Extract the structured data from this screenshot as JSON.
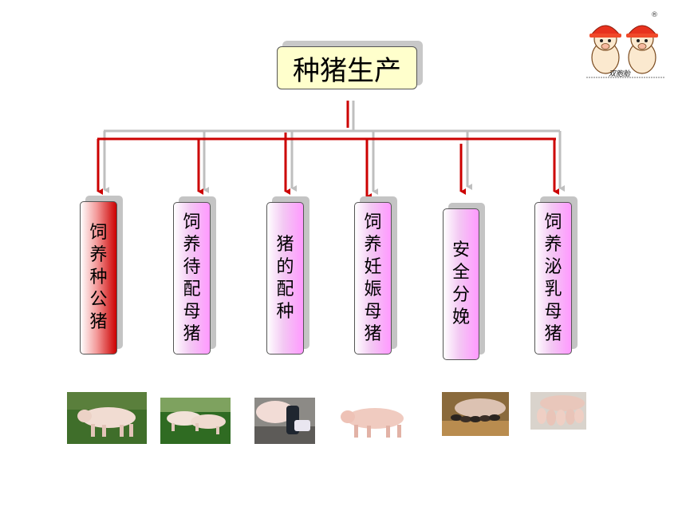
{
  "title": "种猪生产",
  "logo": {
    "text": "双胞胎",
    "mark": "®"
  },
  "boxes": [
    {
      "label": "饲养种公猪",
      "highlight": true
    },
    {
      "label": "饲养待配母猪",
      "highlight": false
    },
    {
      "label": "猪的配种",
      "highlight": false
    },
    {
      "label": "饲养妊娠母猪",
      "highlight": false
    },
    {
      "label": "安全分娩",
      "highlight": false
    },
    {
      "label": "饲养泌乳母猪",
      "highlight": false
    }
  ],
  "photos": [
    {
      "subject": "boar-on-grass"
    },
    {
      "subject": "sows-on-grass"
    },
    {
      "subject": "artificial-insemination"
    },
    {
      "subject": "pregnant-sow"
    },
    {
      "subject": "sow-farrowing-with-piglets"
    },
    {
      "subject": "piglets-nursing"
    }
  ],
  "colors": {
    "red_connector": "#cc0000",
    "grey_connector": "#bfbfbf",
    "title_fill": "#ffffcc",
    "box_pink": "#ff99ff",
    "box_red": "#cc0000"
  }
}
